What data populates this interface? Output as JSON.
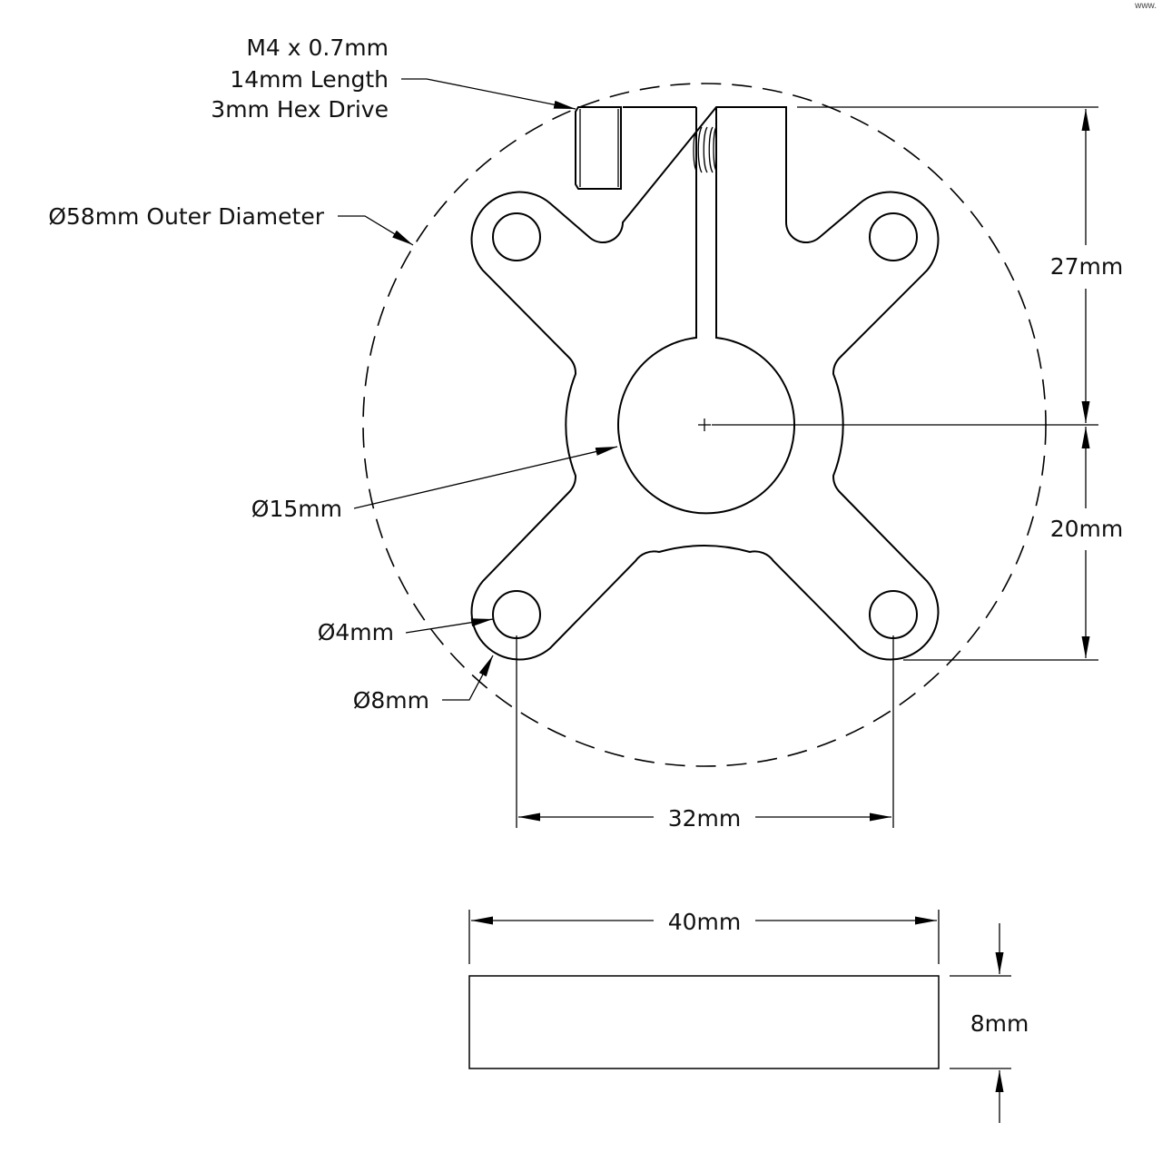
{
  "watermark": "www.",
  "labels": {
    "screw_line1": "M4 x 0.7mm",
    "screw_line2": "14mm Length",
    "screw_line3": "3mm Hex Drive",
    "outer_diameter": "Ø58mm Outer Diameter",
    "bore_diameter": "Ø15mm",
    "hole_diameter": "Ø4mm",
    "boss_diameter": "Ø8mm",
    "top_height": "27mm",
    "bottom_height": "20mm",
    "hole_spacing": "32mm",
    "overall_width": "40mm",
    "thickness": "8mm"
  }
}
